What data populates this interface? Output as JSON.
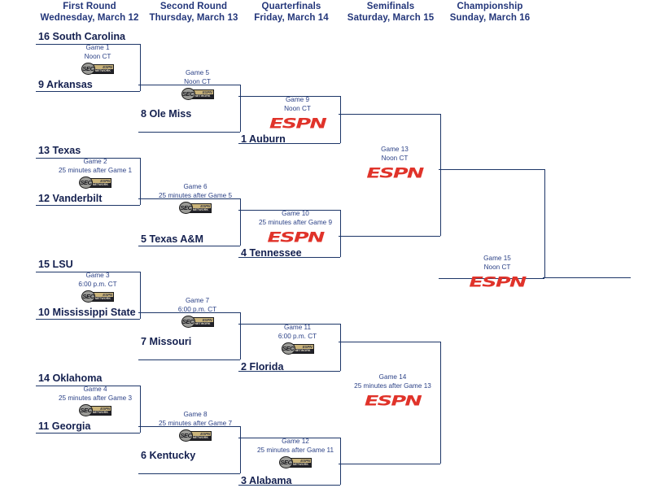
{
  "tournament": {
    "rounds": [
      {
        "name": "First Round",
        "date": "Wednesday, March 12"
      },
      {
        "name": "Second Round",
        "date": "Thursday, March 13"
      },
      {
        "name": "Quarterfinals",
        "date": "Friday, March 14"
      },
      {
        "name": "Semifinals",
        "date": "Saturday, March 15"
      },
      {
        "name": "Championship",
        "date": "Sunday, March 16"
      }
    ],
    "colors": {
      "text_navy": "#14204f",
      "header_navy": "#23367a",
      "line_navy": "#1d3668",
      "game_label": "#2c4287",
      "espn_red": "#e0332a",
      "sec_badge_gray": "#9a9a96",
      "sec_box_gold": "#c9b37a"
    },
    "networks": {
      "sec_network": {
        "badge": "SEC",
        "top": "ESPN",
        "bottom": "NETWORK"
      },
      "espn": "ESPN"
    },
    "teams": {
      "t16": "16 South Carolina",
      "t9": "9 Arkansas",
      "t8": "8 Ole Miss",
      "t1": "1 Auburn",
      "t13": "13 Texas",
      "t12": "12 Vanderbilt",
      "t5": "5 Texas A&M",
      "t4": "4 Tennessee",
      "t15": "15 LSU",
      "t10": "10 Mississippi State",
      "t7": "7 Missouri",
      "t2": "2 Florida",
      "t14": "14 Oklahoma",
      "t11": "11 Georgia",
      "t6": "6 Kentucky",
      "t3": "3 Alabama"
    },
    "games": {
      "g1": {
        "title": "Game 1",
        "time": "Noon CT",
        "network": "sec"
      },
      "g2": {
        "title": "Game 2",
        "time": "25 minutes after Game 1",
        "network": "sec"
      },
      "g3": {
        "title": "Game 3",
        "time": "6:00 p.m. CT",
        "network": "sec"
      },
      "g4": {
        "title": "Game 4",
        "time": "25 minutes after Game 3",
        "network": "sec"
      },
      "g5": {
        "title": "Game 5",
        "time": "Noon CT",
        "network": "sec"
      },
      "g6": {
        "title": "Game 6",
        "time": "25 minutes after Game 5",
        "network": "sec"
      },
      "g7": {
        "title": "Game 7",
        "time": "6:00 p.m. CT",
        "network": "sec"
      },
      "g8": {
        "title": "Game 8",
        "time": "25 minutes after Game 7",
        "network": "sec"
      },
      "g9": {
        "title": "Game 9",
        "time": "Noon CT",
        "network": "espn"
      },
      "g10": {
        "title": "Game 10",
        "time": "25 minutes after Game 9",
        "network": "espn"
      },
      "g11": {
        "title": "Game 11",
        "time": "6:00 p.m. CT",
        "network": "sec"
      },
      "g12": {
        "title": "Game 12",
        "time": "25 minutes after Game 11",
        "network": "sec"
      },
      "g13": {
        "title": "Game 13",
        "time": "Noon CT",
        "network": "espn"
      },
      "g14": {
        "title": "Game 14",
        "time": "25 minutes after Game 13",
        "network": "espn"
      },
      "g15": {
        "title": "Game 15",
        "time": "Noon CT",
        "network": "espn"
      }
    }
  }
}
